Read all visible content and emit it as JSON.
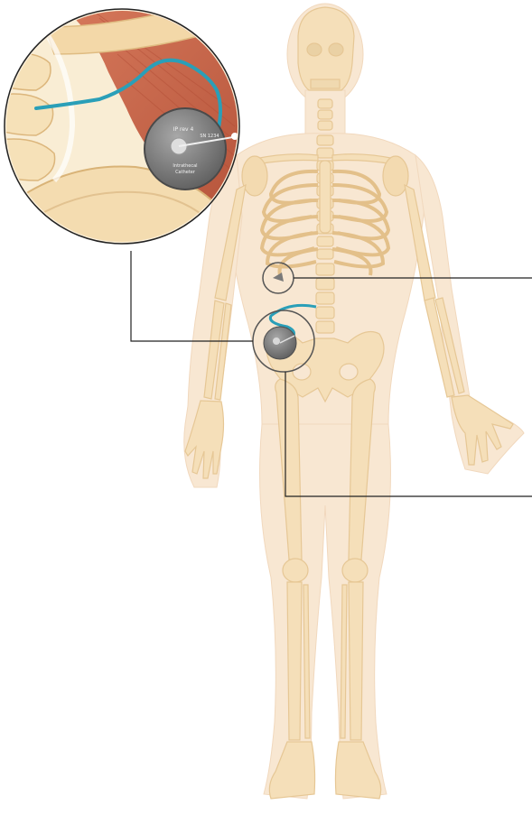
{
  "figure": {
    "subject": "implanted pump device in lower abdomen connected by catheter to spine",
    "labels": [],
    "device_markings": {
      "top": "IP rev 4",
      "side": "SN 1234",
      "bottom_line1": "Intrathecal",
      "bottom_line2": "Catheter"
    }
  },
  "colors": {
    "background": "#ffffff",
    "body_silhouette": "#f8e7d2",
    "bone": "#f5dfb9",
    "bone_outline": "#e6c795",
    "muscle": "#c9664a",
    "device": "#8a8a8a",
    "catheter": "#2a9fb8",
    "leader_line": "#333333"
  }
}
